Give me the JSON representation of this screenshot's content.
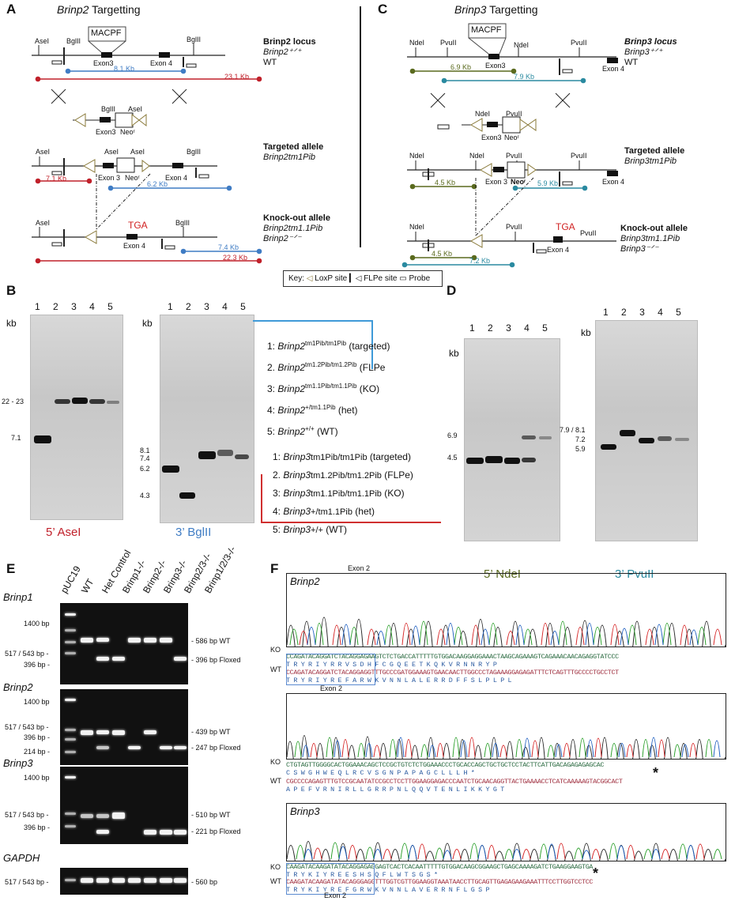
{
  "panelA": {
    "label": "A",
    "title_italic": "Brinp2",
    "title_rest": " Targetting",
    "macpf": "MACPF",
    "asel": "AseI",
    "bglii": "BglII",
    "exon3": "Exon3",
    "exon4": "Exon 4",
    "exon3b": "Exon 3",
    "neo": "Neoʳ",
    "wt_dist_blue": "8.1 Kb",
    "wt_dist_red": "23.1 Kb",
    "tg_dist_red": "7.1 Kb",
    "tg_dist_blue": "6.2 Kb",
    "ko_dist_blue": "7.4 Kb",
    "ko_dist_red": "22.3 Kb",
    "tga": "TGA",
    "locus_title": "Brinp2 locus",
    "locus_geno": "Brinp2⁺ᐟ⁺",
    "locus_wt": "WT",
    "target_title": "Targeted allele",
    "target_geno": "Brinp2tm1Pib",
    "ko_title": "Knock-out allele",
    "ko_geno1": "Brinp2tm1.1Pib",
    "ko_geno2": "Brinp2⁻ᐟ⁻"
  },
  "panelC": {
    "label": "C",
    "title_italic": "Brinp3",
    "title_rest": " Targetting",
    "macpf": "MACPF",
    "ndei": "NdeI",
    "pvuii": "PvuII",
    "exon3": "Exon3",
    "exon4": "Exon 4",
    "exon3b": "Exon 3",
    "neo": "Neoʳ",
    "wt_dist_green": "6.9 Kb",
    "wt_dist_teal": "7.9 Kb",
    "tg_dist_green": "4.5 Kb",
    "tg_dist_teal": "5.9 Kb",
    "ko_dist_green": "4.5 Kb",
    "ko_dist_teal": "7.2 Kb",
    "tga": "TGA",
    "locus_title": "Brinp3 locus",
    "locus_geno": "Brinp3⁺ᐟ⁺",
    "locus_wt": "WT",
    "target_title": "Targeted allele",
    "target_geno": "Brinp3tm1Pib",
    "ko_title": "Knock-out allele",
    "ko_geno1": "Brinp3tm1.1Pib",
    "ko_geno2": "Brinp3⁻ᐟ⁻"
  },
  "key": {
    "label": "Key:",
    "loxp": "LoxP site",
    "flpe": "FLPe site",
    "probe": "Probe"
  },
  "panelB": {
    "label": "B",
    "kb": "kb",
    "lanes": [
      "1",
      "2",
      "3",
      "4",
      "5"
    ],
    "gel1_marks": [
      "22 - 23",
      "7.1"
    ],
    "gel2_marks": [
      "8.1",
      "7.4",
      "6.2",
      "4.3"
    ],
    "gel1_caption": "5’ AseI",
    "gel2_caption": "3’ BglII",
    "legend_brinp2": [
      {
        "n": "1:",
        "g": "Brinp2",
        "s": "tm1Pib/tm1Pib",
        "d": " (targeted)"
      },
      {
        "n": "2.",
        "g": "Brinp2",
        "s": "tm1.2Pib/tm1.2Pib",
        "d": " (FLPe"
      },
      {
        "n": "3:",
        "g": "Brinp2",
        "s": "tm1.1Pib/tm1.1Pib",
        "d": " (KO)"
      },
      {
        "n": "4:",
        "g": "Brinp2",
        "s": "+/tm1.1Pib",
        "d": " (het)"
      },
      {
        "n": "5:",
        "g": "Brinp2",
        "s": "+/+",
        "d": " (WT)"
      }
    ],
    "legend_brinp3": [
      {
        "n": "1:",
        "g": "Brinp3",
        "s": "tm1Pib/tm1Pib",
        "d": " (targeted)"
      },
      {
        "n": "2.",
        "g": "Brinp3",
        "s": "tm1.2Pib/tm1.2Pib",
        "d": " (FLPe)"
      },
      {
        "n": "3:",
        "g": "Brinp3",
        "s": "tm1.1Pib/tm1.1Pib",
        "d": " (KO)"
      },
      {
        "n": "4:",
        "g": "Brinp3",
        "s": "+/tm1.1Pib",
        "d": " (het)"
      },
      {
        "n": "5:",
        "g": "Brinp3",
        "s": "+/+",
        "d": " (WT)"
      }
    ]
  },
  "panelD": {
    "label": "D",
    "kb": "kb",
    "lanes": [
      "1",
      "2",
      "3",
      "4",
      "5"
    ],
    "gel1_marks": [
      "6.9",
      "4.5"
    ],
    "gel2_marks": [
      "7.9 / 8.1",
      "7.2",
      "5.9"
    ],
    "gel1_caption": "5’ NdeI",
    "gel2_caption": "3’ PvuII"
  },
  "panelE": {
    "label": "E",
    "lanes": [
      "pUC19",
      "WT",
      "Het Control",
      "Brinp1-/-",
      "Brinp2-/-",
      "Brinp3-/-",
      "Brinp2/3-/-",
      "Brinp1/2/3-/-"
    ],
    "gels": [
      {
        "name": "Brinp1",
        "left": [
          "1400 bp",
          "517 / 543 bp -",
          "396 bp -"
        ],
        "right": [
          "- 586 bp WT",
          "- 396 bp Floxed"
        ]
      },
      {
        "name": "Brinp2",
        "left": [
          "1400 bp",
          "517 / 543 bp -",
          "396 bp -",
          "214 bp -"
        ],
        "right": [
          "- 439 bp WT",
          "- 247 bp Floxed"
        ]
      },
      {
        "name": "Brinp3",
        "left": [
          "1400 bp",
          "517 / 543 bp -",
          "396 bp -"
        ],
        "right": [
          "- 510 bp WT",
          "- 221 bp Floxed"
        ]
      },
      {
        "name": "GAPDH",
        "left": [
          "517 / 543 bp -"
        ],
        "right": [
          "- 560 bp"
        ]
      }
    ]
  },
  "panelF": {
    "label": "F",
    "exon2_top": "Exon 2",
    "exon2": "Exon 2",
    "ko": "KO",
    "wt": "WT",
    "brinp2": "Brinp2",
    "brinp3": "Brinp3",
    "stop": "*",
    "b2a_ko": "CCAGATACAGGATCTACAGGAGAAGTCTCTGACCATTTTTGTGGACAAGGAGGAAACTAAGCAGAAAGTCAGAAACAACAGAGGTATCCC",
    "b2a_aa1": "T R Y R I Y R  R V S D H F C G Q E E T K Q K V R N N R Y P",
    "b2a_wt": "CCAGATACAGGATCTACAGGAGGTTTGCCCGATGGAAAGTGAACAACTTGGCCCTAGAAAGGAGAGATTTCTCAGTTTGCCCCTGCCTCT",
    "b2a_aa2": "T R Y R I Y R  E F A R W K V N N L A L E R R D F F S L P L P L",
    "b2b_ko": "CTGTAGTTGGGGCACTGGAAACAGCTCCGCTGTCTCTGGAAACCCTGCACCAGCTGCTGCTCCTACTTCATTGACAGAGAGAGCAC",
    "b2b_aa1": "C S W G H W E Q L R C V S G N P A P A G C L L L H *",
    "b2b_wt": "CGCCCCAGAGTTTGTCCGCAATATCCGCCTCCTTGGAAGGAGACCCAATCTGCAACAGGTTACTGAAAACCTCATCAAAAAGTACGGCACT",
    "b2b_aa2": "A P E F V R N I R L L G R R P N L Q Q V T E N L I K K Y G T",
    "b3_ko": "CAAGATACAAGATATACAGGAGAGGAGTCACTCACAATTTTTGTGGACAAGCGGAAGCTGAGCAAAAGATCTGAAGGAAGTGA",
    "b3_aa1": "T R Y K I Y R  E E S H S Q F L W T S G S *",
    "b3_wt": "CAAGATACAAGATATACAGGGAGGTTTGGTCGTTGGAAGGTAAATAACCTTGCAGTTGAGAGAAGAAATTTCCTTGGTCCTCC",
    "b3_aa2": "T R Y K I Y R  E F G R W K V N N L A V E R R N F L G S P"
  }
}
